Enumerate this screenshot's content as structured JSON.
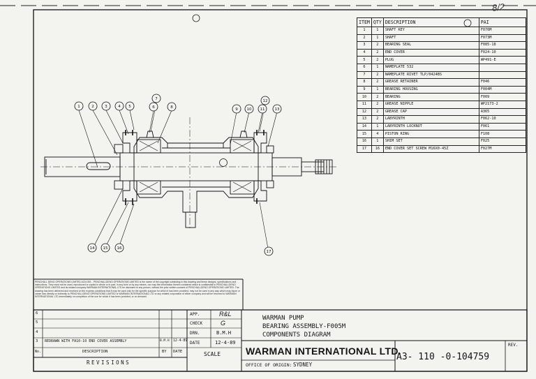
{
  "corner_mark": "8/2",
  "bom": {
    "headers": {
      "item": "ITEM",
      "qty": "QTY",
      "description": "DESCRIPTION",
      "part": "PAI"
    },
    "rows": [
      {
        "item": "1",
        "qty": "1",
        "description": "SHAFT KEY",
        "part": "F070M"
      },
      {
        "item": "2",
        "qty": "1",
        "description": "SHAFT",
        "part": "F073M"
      },
      {
        "item": "3",
        "qty": "2",
        "description": "BEARING SEAL",
        "part": "F085-18"
      },
      {
        "item": "4",
        "qty": "2",
        "description": "END COVER",
        "part": "F024-10"
      },
      {
        "item": "5",
        "qty": "2",
        "description": "PLUG",
        "part": "WP491-E"
      },
      {
        "item": "6",
        "qty": "1",
        "description": "NAMEPLATE   532",
        "part": ""
      },
      {
        "item": "7",
        "qty": "2",
        "description": "NAMEPLATE RIVET    TLP/0424BS",
        "part": ""
      },
      {
        "item": "8",
        "qty": "2",
        "description": "GREASE RETAINER",
        "part": "F046"
      },
      {
        "item": "9",
        "qty": "1",
        "description": "BEARING HOUSING",
        "part": "F004M"
      },
      {
        "item": "10",
        "qty": "2",
        "description": "BEARING",
        "part": "F009"
      },
      {
        "item": "11",
        "qty": "2",
        "description": "GREASE NIPPLE",
        "part": "WP2173-2"
      },
      {
        "item": "12",
        "qty": "2",
        "description": "GREASE CAP",
        "part": "A365"
      },
      {
        "item": "13",
        "qty": "2",
        "description": "LABYRINTH",
        "part": "F062-10"
      },
      {
        "item": "14",
        "qty": "1",
        "description": "LABYRINTH LOCKNUT",
        "part": "F061"
      },
      {
        "item": "15",
        "qty": "4",
        "description": "PISTON RING",
        "part": "F108"
      },
      {
        "item": "16",
        "qty": "1",
        "description": "SHIM SET",
        "part": "F025"
      },
      {
        "item": "17",
        "qty": "16",
        "description": "END COVER SET SCREW   M16X0-45Z",
        "part": "F027M"
      }
    ]
  },
  "balloons": [
    "1",
    "2",
    "3",
    "4",
    "5",
    "6",
    "7",
    "8",
    "9",
    "10",
    "11",
    "12",
    "13",
    "14",
    "15",
    "16",
    "17"
  ],
  "disclaimer": "PENCHALL DENO OPERATIONS LIMITED ACN 000... PENCHALLDENO OPERATIONS LIMITED is the owner of the copyright subsisting in this drawing and these designs, specifications and instructions. They must not be used, reproduced or copied in whole or in part, in any form or by any means, nor may the information therein contained which is confidential to PENCHALLDENO OPERATIONS LIMITED and its related company WARMAN INTERNATIONAL LTD be disclosed to any person, without the prior written consent of PENCHALLDENO OPERATIONS LIMITED. The drawing has been delivered and received on the express conditions that it may be used only for the specific purpose for which it has been provided, may not be used in any way which may injure or cause loss directly or indirectly to PENCHALLDENO OPERATIONS LIMITED or WARMAN INTERNATIONAL LTD or any related corporation of either company and will be returned to WARMAN INTERNATIONAL LTD immediately on completion of the use for which it has been provided, or on demand.",
  "revisions": {
    "rows": [
      {
        "num": "6",
        "description": "",
        "by": "",
        "date": ""
      },
      {
        "num": "5",
        "description": "",
        "by": "",
        "date": ""
      },
      {
        "num": "4",
        "description": "",
        "by": "",
        "date": ""
      },
      {
        "num": "3",
        "description": "REDRAWN WITH FA10-10 END COVER ASSEMBLY",
        "by": "B.M.H",
        "date": "12-4-89"
      }
    ],
    "header_no": "No.",
    "header_description": "DESCRIPTION",
    "header_by": "BY",
    "header_date": "DATE",
    "title": "REVISIONS"
  },
  "approvals": {
    "app_label": "APP.",
    "app_value": "R&L",
    "check_label": "CHECK",
    "check_value": "G",
    "drn_label": "DRN.",
    "drn_value": "B.M.H",
    "date_label": "DATE",
    "date_value": "12-4-89",
    "scale_label": "SCALE",
    "scale_value": ""
  },
  "title_block": {
    "line1": "WARMAN PUMP",
    "line2": "BEARING ASSEMBLY-F005M",
    "line3": "COMPONENTS DIAGRAM",
    "company": "WARMAN INTERNATIONAL LTD.",
    "origin_label": "OFFICE OF ORIGIN:",
    "origin_value": "SYDNEY",
    "drawing_number": "A3- 110  -0-104759",
    "rev_label": "REV."
  }
}
